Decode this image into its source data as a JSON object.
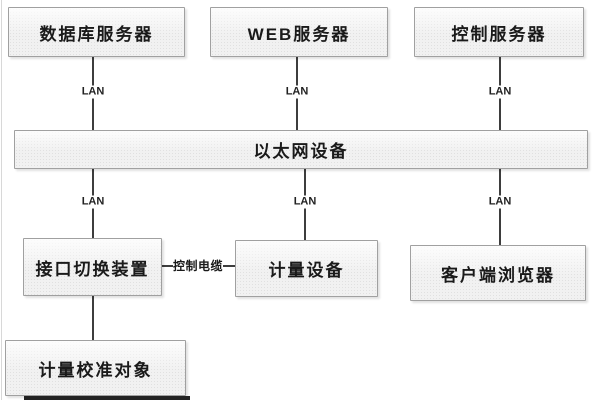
{
  "nodes": {
    "db_server": {
      "label": "数据库服务器"
    },
    "web_server": {
      "label": "WEB服务器"
    },
    "control_server": {
      "label": "控制服务器"
    },
    "ethernet": {
      "label": "以太网设备"
    },
    "interface_switch": {
      "label": "接口切换装置"
    },
    "meter_device": {
      "label": "计量设备"
    },
    "client_browser": {
      "label": "客户端浏览器"
    },
    "calibration_target": {
      "label": "计量校准对象"
    }
  },
  "edge_labels": {
    "lan": "LAN",
    "control_cable": "控制电缆"
  },
  "colors": {
    "box_fill": "#f1f1f1",
    "box_border": "#a0a0a0",
    "line": "#3d3d3d",
    "text": "#1a1a1a",
    "bottom_bar": "#222222"
  }
}
